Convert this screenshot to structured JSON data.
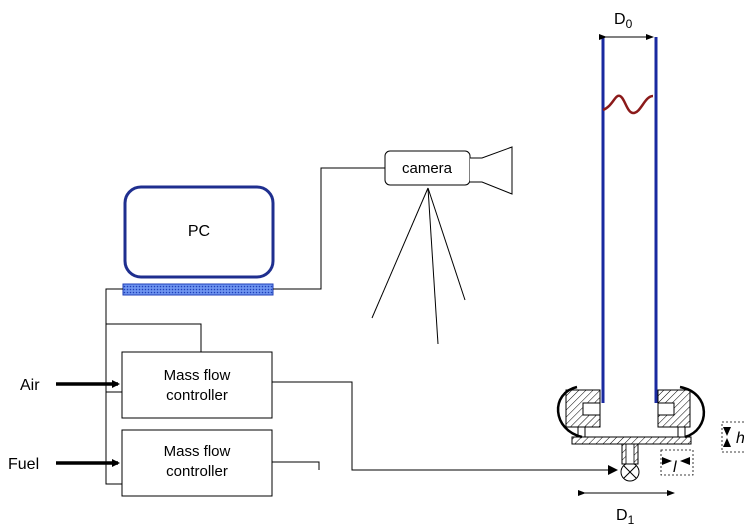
{
  "labels": {
    "pc": "PC",
    "camera": "camera",
    "air": "Air",
    "fuel": "Fuel",
    "mfc1_line1": "Mass flow",
    "mfc1_line2": "controller",
    "mfc2_line1": "Mass flow",
    "mfc2_line2": "controller",
    "d0_main": "D",
    "d0_sub": "0",
    "d1_main": "D",
    "d1_sub": "1",
    "h": "h",
    "l": "l"
  },
  "colors": {
    "tube": "#1a2aa0",
    "pc_border": "#1f2f8f",
    "flame": "#8b1a1a",
    "lines": "#000000",
    "card": "#3a63d8"
  }
}
